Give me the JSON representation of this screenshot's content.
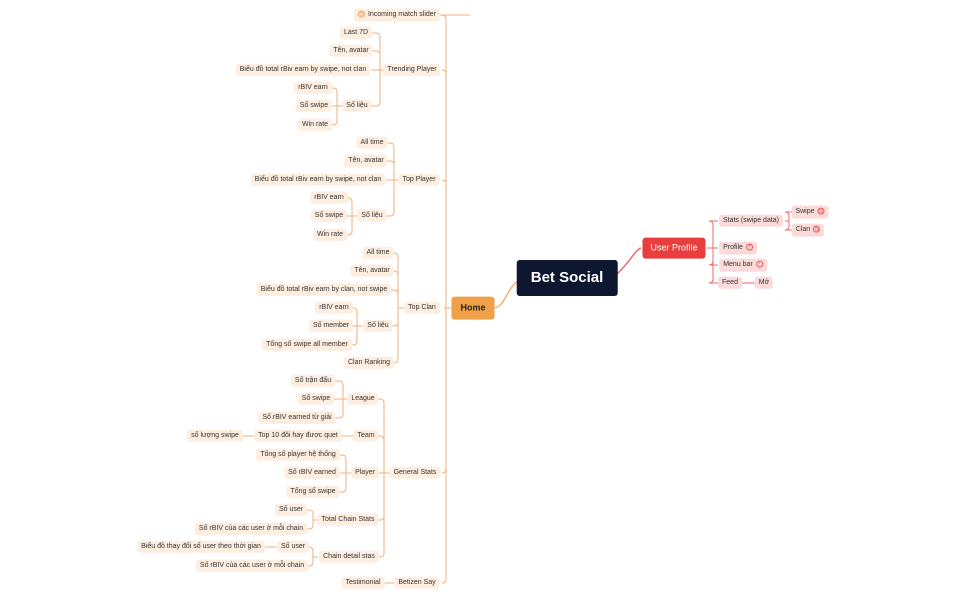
{
  "root": "Bet Social",
  "home": {
    "label": "Home",
    "incoming": "Incoming match slider",
    "trending": {
      "label": "Trending Player",
      "last7d": "Last 7D",
      "name_avatar": "Tên, avatar",
      "chart": "Biểu đồ total rBiv earn by swipe, not clan",
      "stats": "Số liệu",
      "rbiv_earn": "rBIV earn",
      "so_swipe": "Số swipe",
      "win_rate": "Win rate"
    },
    "top_player": {
      "label": "Top Player",
      "all_time": "All time",
      "name_avatar": "Tên, avatar",
      "chart": "Biểu đồ total rBiv earn by swipe, not clan",
      "stats": "Số liệu",
      "rbiv_earn": "rBIV earn",
      "so_swipe": "Số swipe",
      "win_rate": "Win rate"
    },
    "top_clan": {
      "label": "Top Clan",
      "all_time": "All time",
      "name_avatar": "Tên, avatar",
      "chart": "Biểu đồ total rBiv earn by clan, not swipe",
      "stats": "Số liệu",
      "rbiv_earn": "rBIV earn",
      "so_member": "Số member",
      "total_swipe": "Tổng số swipe all member",
      "clan_ranking": "Clan Ranking"
    },
    "general": {
      "label": "General Stats",
      "league": "League",
      "so_tran": "Số trận đấu",
      "so_swipe": "Số swipe",
      "so_rbiv_giai": "Số rBIV earned từ giải",
      "team": "Team",
      "top10": "Top 10 đôi hay được quẹt",
      "so_luong_swipe": "số lượng swipe",
      "player": "Player",
      "tong_player": "Tổng số player hệ thống",
      "so_rbiv_earned": "Số rBIV earned",
      "tong_swipe": "Tổng số swipe",
      "total_chain": "Total Chain Stats",
      "so_user": "Số user",
      "so_rbiv_chain": "Số rBIV của các user ở mỗi chain",
      "chain_detail": "Chain detail stas",
      "so_user_2": "Số user",
      "chart_user": "Biểu đồ thay đổi số user theo thời gian",
      "so_rbiv_chain_2": "Số rBIV của các user ở mỗi chain"
    },
    "betizen": {
      "label": "Betizen Say",
      "testimonial": "Testimonial"
    }
  },
  "profile": {
    "label": "User Profile",
    "stats": "Stats (swipe data)",
    "swipe": "Swipe",
    "clan": "Clan",
    "profile": "Profile",
    "menu_bar": "Menu bar",
    "feed": "Feed",
    "mo": "Mở",
    "marker_swipe": "⊡",
    "marker_clan": "⊡",
    "marker_profile": "?",
    "marker_menu": "!"
  },
  "colors": {
    "orange_line": "#f2b27a",
    "red_line": "#ef6a6a",
    "root_bg": "#0f1630",
    "home_bg": "#f1a04a",
    "profile_bg": "#e83e3e"
  }
}
